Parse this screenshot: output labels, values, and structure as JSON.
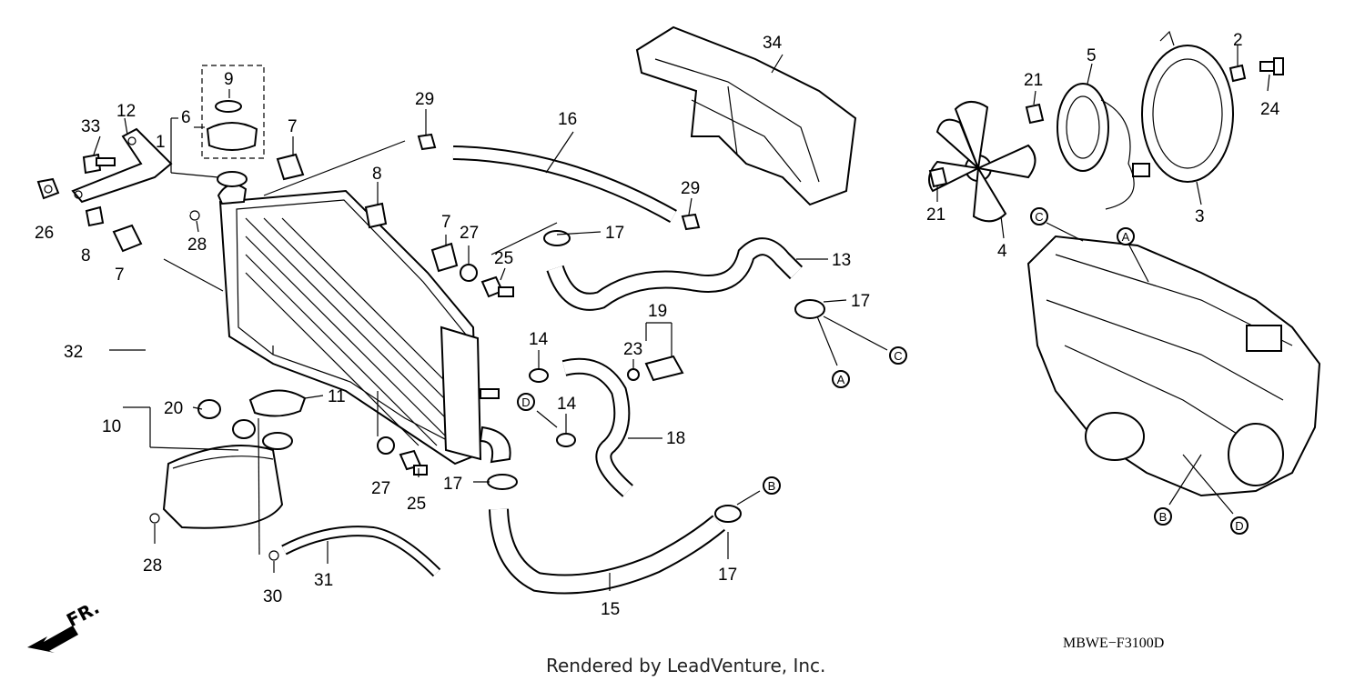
{
  "diagram": {
    "reference_code": "MBWE−F3100D",
    "credit": "Rendered by LeadVenture, Inc.",
    "direction_label": "FR.",
    "callouts": [
      {
        "id": "c1",
        "label": "1"
      },
      {
        "id": "c2",
        "label": "2"
      },
      {
        "id": "c3",
        "label": "3"
      },
      {
        "id": "c4",
        "label": "4"
      },
      {
        "id": "c5",
        "label": "5"
      },
      {
        "id": "c6",
        "label": "6"
      },
      {
        "id": "c7a",
        "label": "7"
      },
      {
        "id": "c7b",
        "label": "7"
      },
      {
        "id": "c7c",
        "label": "7"
      },
      {
        "id": "c8a",
        "label": "8"
      },
      {
        "id": "c8b",
        "label": "8"
      },
      {
        "id": "c9",
        "label": "9"
      },
      {
        "id": "c10",
        "label": "10"
      },
      {
        "id": "c11",
        "label": "11"
      },
      {
        "id": "c12",
        "label": "12"
      },
      {
        "id": "c13",
        "label": "13"
      },
      {
        "id": "c14a",
        "label": "14"
      },
      {
        "id": "c14b",
        "label": "14"
      },
      {
        "id": "c15",
        "label": "15"
      },
      {
        "id": "c16",
        "label": "16"
      },
      {
        "id": "c17a",
        "label": "17"
      },
      {
        "id": "c17b",
        "label": "17"
      },
      {
        "id": "c17c",
        "label": "17"
      },
      {
        "id": "c17d",
        "label": "17"
      },
      {
        "id": "c18",
        "label": "18"
      },
      {
        "id": "c19",
        "label": "19"
      },
      {
        "id": "c20",
        "label": "20"
      },
      {
        "id": "c21a",
        "label": "21"
      },
      {
        "id": "c21b",
        "label": "21"
      },
      {
        "id": "c23",
        "label": "23"
      },
      {
        "id": "c24",
        "label": "24"
      },
      {
        "id": "c25a",
        "label": "25"
      },
      {
        "id": "c25b",
        "label": "25"
      },
      {
        "id": "c26",
        "label": "26"
      },
      {
        "id": "c27a",
        "label": "27"
      },
      {
        "id": "c27b",
        "label": "27"
      },
      {
        "id": "c28a",
        "label": "28"
      },
      {
        "id": "c28b",
        "label": "28"
      },
      {
        "id": "c29a",
        "label": "29"
      },
      {
        "id": "c29b",
        "label": "29"
      },
      {
        "id": "c30",
        "label": "30"
      },
      {
        "id": "c31",
        "label": "31"
      },
      {
        "id": "c32",
        "label": "32"
      },
      {
        "id": "c33",
        "label": "33"
      },
      {
        "id": "c34",
        "label": "34"
      }
    ],
    "connectors": [
      {
        "id": "A1",
        "label": "A"
      },
      {
        "id": "A2",
        "label": "A"
      },
      {
        "id": "B1",
        "label": "B"
      },
      {
        "id": "B2",
        "label": "B"
      },
      {
        "id": "C1",
        "label": "C"
      },
      {
        "id": "C2",
        "label": "C"
      },
      {
        "id": "D1",
        "label": "D"
      },
      {
        "id": "D2",
        "label": "D"
      }
    ]
  }
}
